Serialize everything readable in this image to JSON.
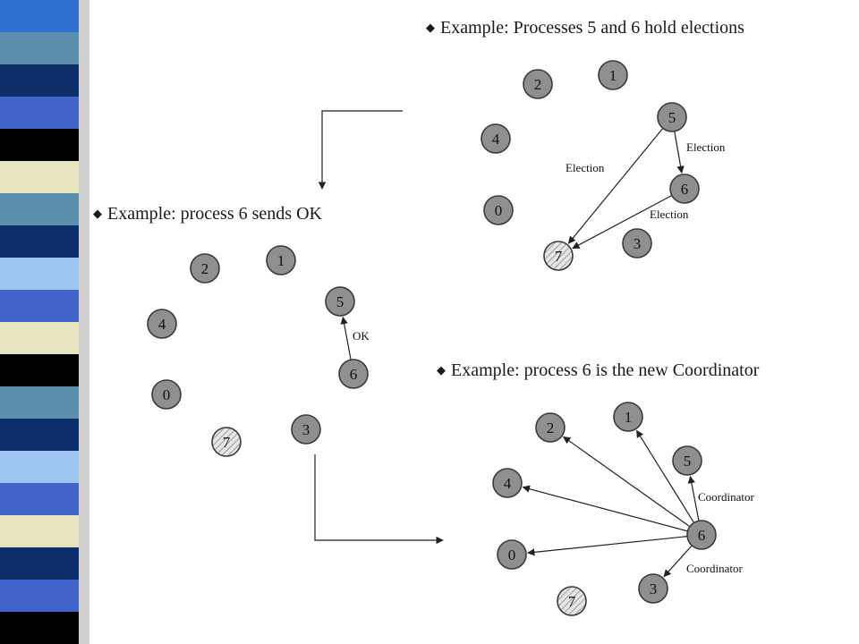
{
  "titles": {
    "top": "Example:  Processes 5 and 6 hold elections",
    "left": "Example:  process 6 sends OK",
    "bottom": "Example:  process 6 is the new Coordinator"
  },
  "bullet": "◆",
  "colors": {
    "node_fill": "#8f8f8f",
    "node_stroke": "#3a3a3a",
    "crashed_fill": "#e6e6e6",
    "line": "#222222",
    "stripe": [
      "#2f6fd0",
      "#5b8fab",
      "#0e2d6b",
      "#3f63c8",
      "#000000",
      "#e6e4bf",
      "#5b8fab",
      "#0e2d6b",
      "#9ec4f0",
      "#3f63c8",
      "#e6e4bf",
      "#000000",
      "#5b8fab",
      "#0e2d6b",
      "#9ec4f0",
      "#3f63c8",
      "#e6e4bf",
      "#0e2d6b",
      "#3f63c8",
      "#000000"
    ]
  },
  "diagrams": {
    "top": {
      "nodes": [
        "2",
        "1",
        "4",
        "5",
        "6",
        "0",
        "3",
        "7"
      ],
      "crashed": "7",
      "edges": [
        {
          "from": "5",
          "to": "6",
          "label": "Election"
        },
        {
          "from": "5",
          "to": "7",
          "label": "Election"
        },
        {
          "from": "6",
          "to": "7",
          "label": "Election"
        }
      ]
    },
    "left": {
      "nodes": [
        "2",
        "1",
        "4",
        "5",
        "6",
        "0",
        "3",
        "7"
      ],
      "crashed": "7",
      "edges": [
        {
          "from": "6",
          "to": "5",
          "label": "OK"
        }
      ]
    },
    "bottom": {
      "nodes": [
        "2",
        "1",
        "4",
        "5",
        "0",
        "6",
        "3",
        "7"
      ],
      "crashed": "7",
      "edges": [
        {
          "from": "6",
          "to": "2",
          "label": ""
        },
        {
          "from": "6",
          "to": "1",
          "label": ""
        },
        {
          "from": "6",
          "to": "5",
          "label": "Coordinator"
        },
        {
          "from": "6",
          "to": "4",
          "label": ""
        },
        {
          "from": "6",
          "to": "0",
          "label": ""
        },
        {
          "from": "6",
          "to": "3",
          "label": "Coordinator"
        }
      ]
    }
  }
}
